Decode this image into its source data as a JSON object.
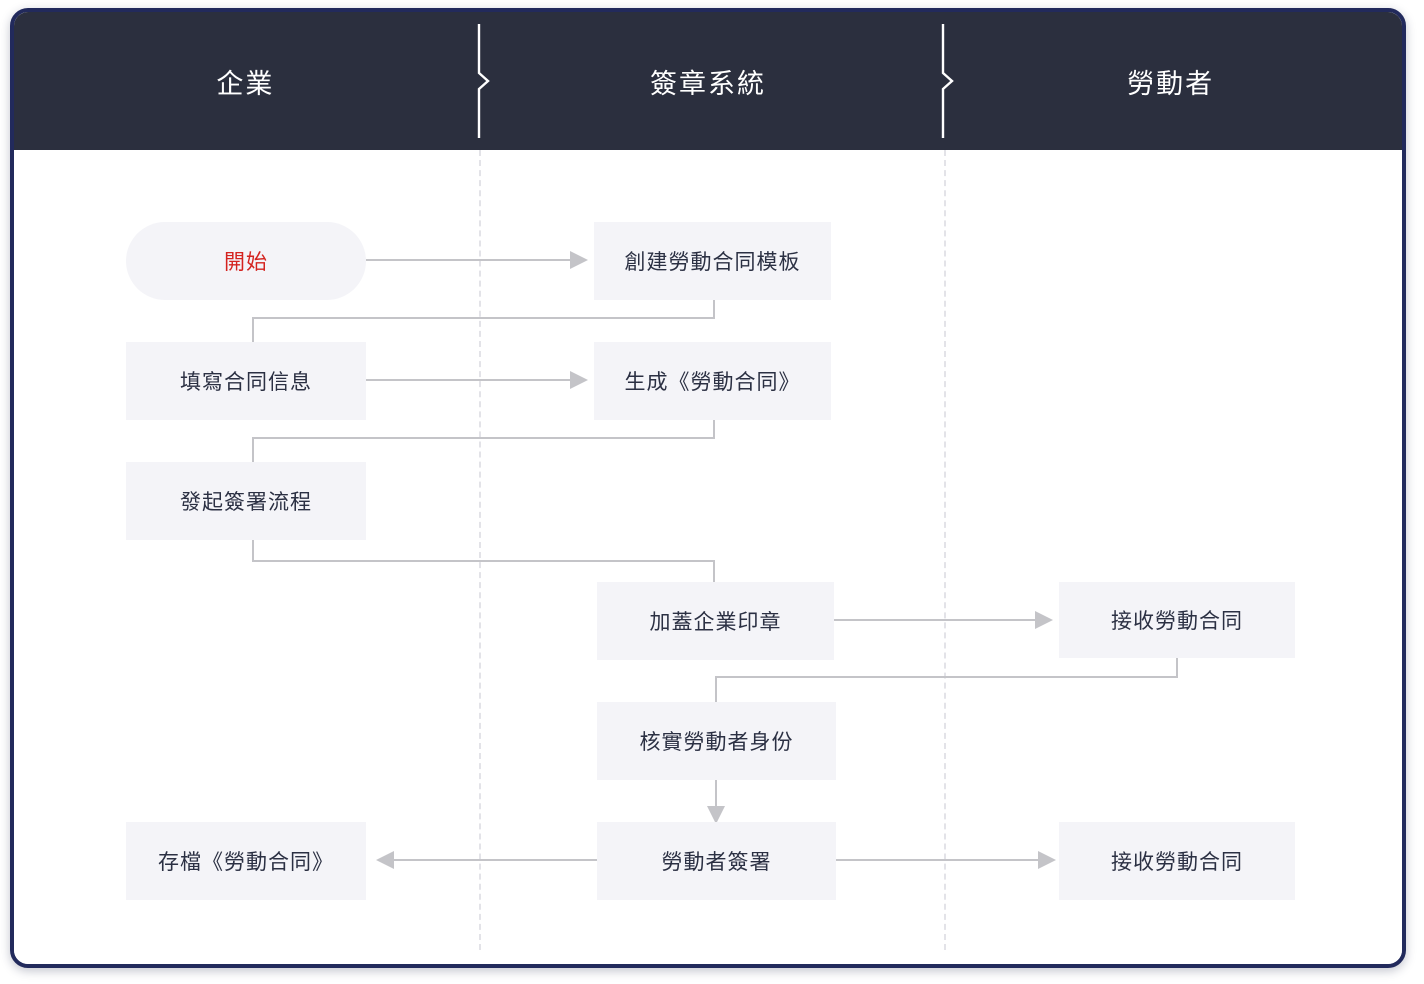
{
  "diagram": {
    "type": "swimlane-flowchart",
    "title_bar_color": "#2b2f3e",
    "card_border_color": "#222a5c",
    "node_fill": "#f4f4f8",
    "node_text_color": "#2b3043",
    "start_text_color": "#d4231f",
    "edge_color": "#c4c4c8",
    "divider_color": "#e3e3e8"
  },
  "lanes": [
    {
      "id": "enterprise",
      "label": "企業"
    },
    {
      "id": "seal-system",
      "label": "簽章系統"
    },
    {
      "id": "worker",
      "label": "勞動者"
    }
  ],
  "nodes": [
    {
      "id": "start",
      "lane": "enterprise",
      "label": "開始",
      "shape": "pill"
    },
    {
      "id": "create-template",
      "lane": "seal-system",
      "label": "創建勞動合同模板",
      "shape": "rect"
    },
    {
      "id": "fill-info",
      "lane": "enterprise",
      "label": "填寫合同信息",
      "shape": "rect"
    },
    {
      "id": "generate-contract",
      "lane": "seal-system",
      "label": "生成《勞動合同》",
      "shape": "rect"
    },
    {
      "id": "start-signing",
      "lane": "enterprise",
      "label": "發起簽署流程",
      "shape": "rect"
    },
    {
      "id": "apply-seal",
      "lane": "seal-system",
      "label": "加蓋企業印章",
      "shape": "rect"
    },
    {
      "id": "receive-contract-1",
      "lane": "worker",
      "label": "接收勞動合同",
      "shape": "rect"
    },
    {
      "id": "verify-identity",
      "lane": "seal-system",
      "label": "核實勞動者身份",
      "shape": "rect"
    },
    {
      "id": "archive-contract",
      "lane": "enterprise",
      "label": "存檔《勞動合同》",
      "shape": "rect"
    },
    {
      "id": "worker-sign",
      "lane": "seal-system",
      "label": "勞動者簽署",
      "shape": "rect"
    },
    {
      "id": "receive-contract-2",
      "lane": "worker",
      "label": "接收勞動合同",
      "shape": "rect"
    }
  ],
  "edges": [
    {
      "from": "start",
      "to": "create-template",
      "style": "straight-right"
    },
    {
      "from": "create-template",
      "to": "fill-info",
      "style": "loop-back-left"
    },
    {
      "from": "fill-info",
      "to": "generate-contract",
      "style": "straight-right"
    },
    {
      "from": "generate-contract",
      "to": "start-signing",
      "style": "loop-back-left"
    },
    {
      "from": "start-signing",
      "to": "apply-seal",
      "style": "step-down-right"
    },
    {
      "from": "apply-seal",
      "to": "receive-contract-1",
      "style": "straight-right"
    },
    {
      "from": "receive-contract-1",
      "to": "verify-identity",
      "style": "loop-back-left"
    },
    {
      "from": "verify-identity",
      "to": "worker-sign",
      "style": "straight-down"
    },
    {
      "from": "worker-sign",
      "to": "archive-contract",
      "style": "straight-left"
    },
    {
      "from": "worker-sign",
      "to": "receive-contract-2",
      "style": "straight-right"
    }
  ]
}
